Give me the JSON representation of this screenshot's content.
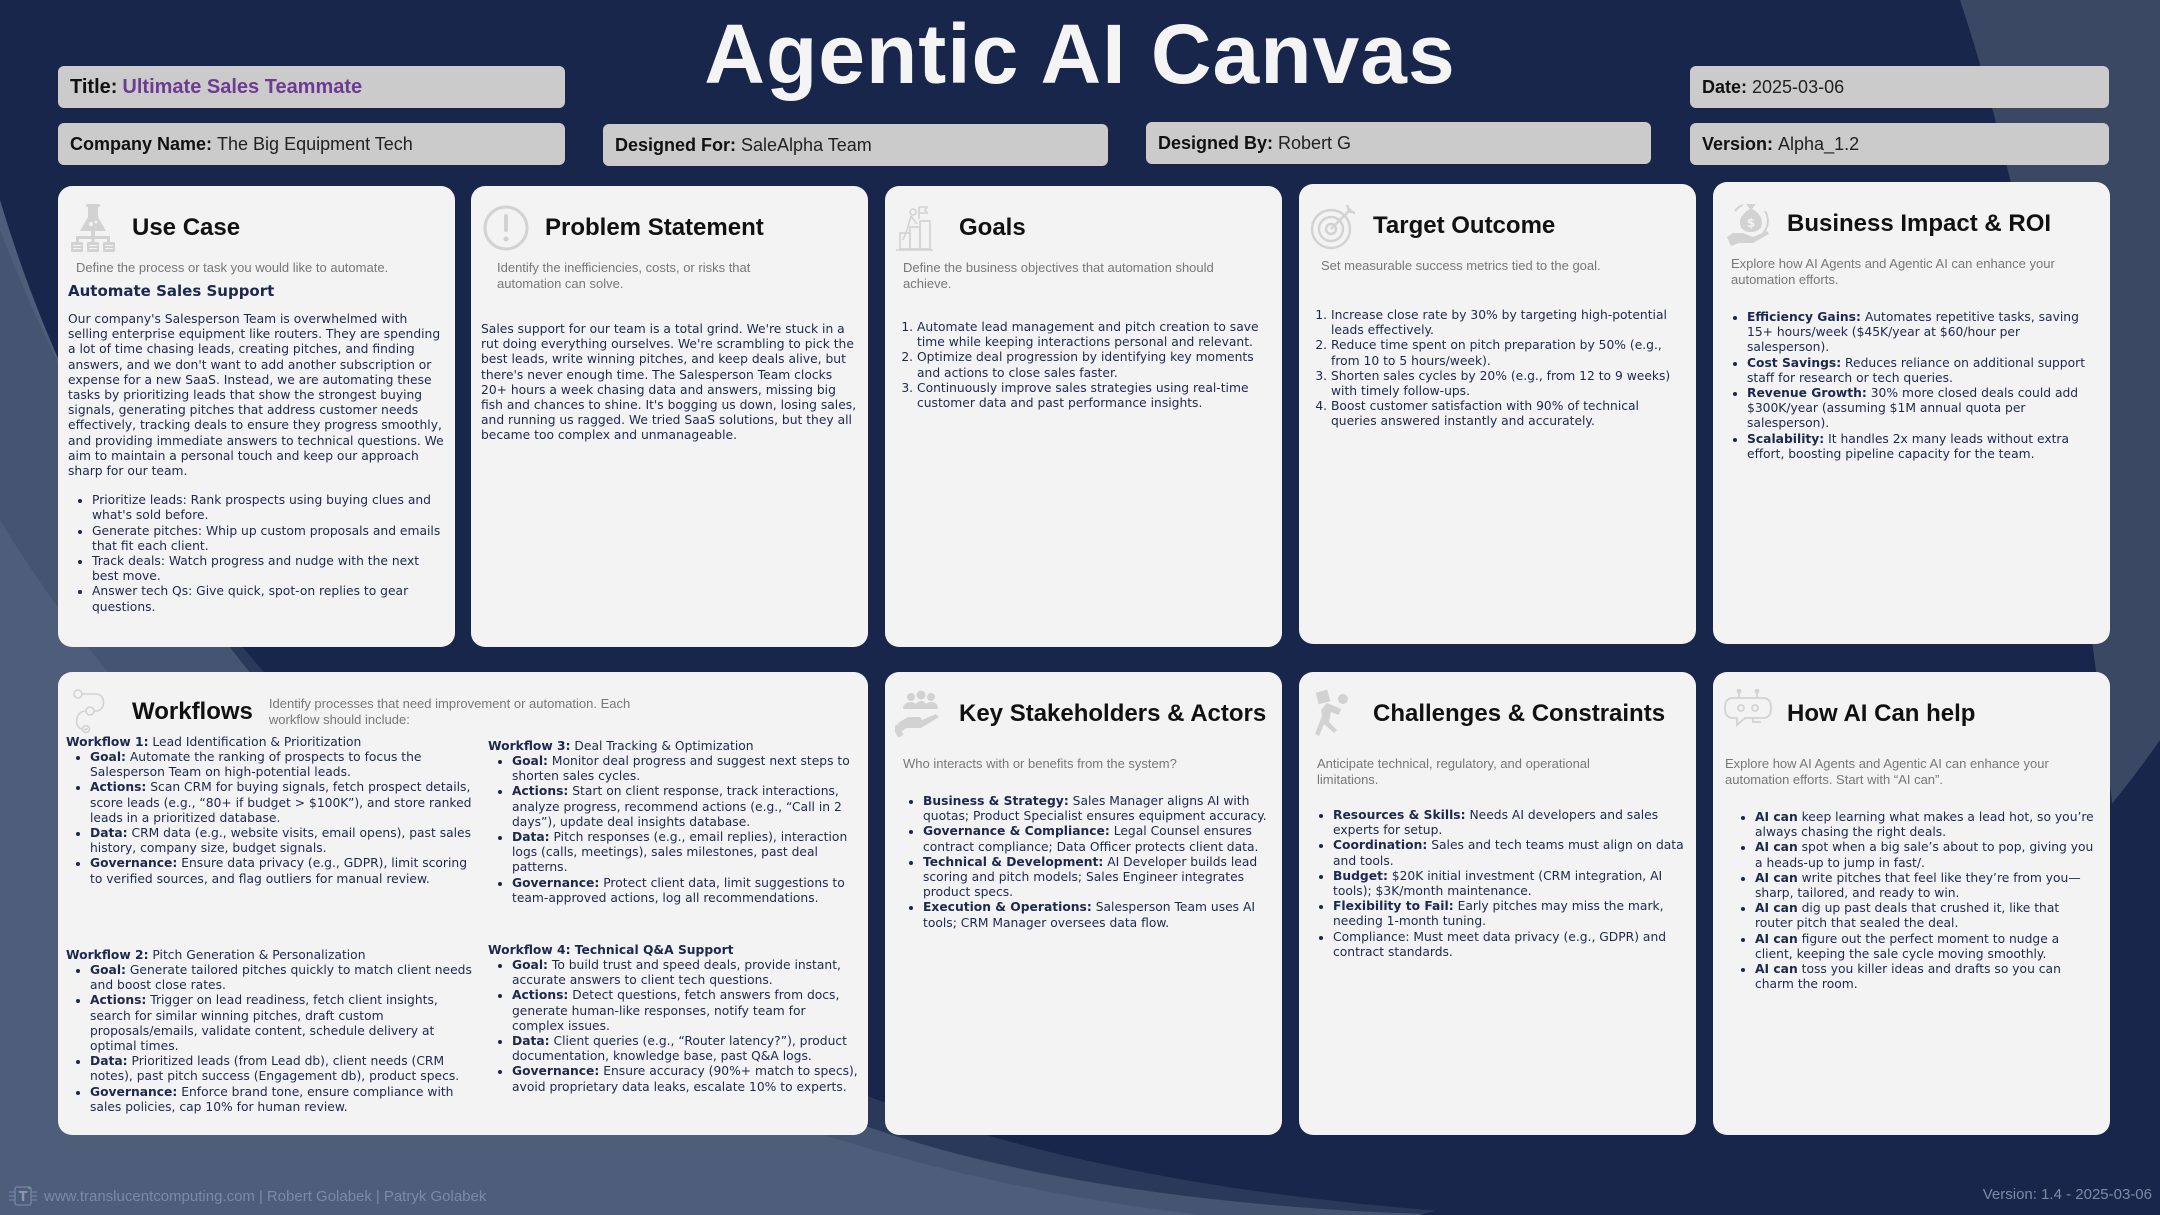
{
  "canvas_title": "Agentic AI Canvas",
  "meta": {
    "title_label": "Title:",
    "title_value": "Ultimate Sales Teammate",
    "company_label": "Company Name:",
    "company_value": "The Big Equipment Tech",
    "designed_for_label": "Designed For:",
    "designed_for_value": "SaleAlpha Team",
    "designed_by_label": "Designed By:",
    "designed_by_value": "Robert G",
    "date_label": "Date:",
    "date_value": "2025-03-06",
    "version_label": "Version:",
    "version_value": "Alpha_1.2"
  },
  "use_case": {
    "icon": "lab-flask-flow-icon",
    "title": "Use Case",
    "subtitle": "Define the process or task you would like to automate.",
    "heading": "Automate Sales Support",
    "paragraph": "Our company's Salesperson Team is overwhelmed with selling enterprise equipment like routers. They are spending a lot of time chasing leads, creating pitches, and finding answers, and we don't want to add another subscription or expense for a new SaaS. Instead, we are automating these tasks by prioritizing leads that show the strongest buying signals, generating pitches that address customer needs effectively, tracking deals to ensure they progress smoothly, and providing immediate answers to technical questions. We aim to maintain a personal touch and keep our approach sharp for our team.",
    "bullets": [
      "Prioritize leads: Rank prospects using buying clues and what's sold before.",
      "Generate pitches: Whip up custom proposals and emails that fit each client.",
      "Track deals: Watch progress and nudge with the next best move.",
      "Answer tech Qs: Give quick, spot-on replies to gear questions."
    ]
  },
  "problem_statement": {
    "icon": "exclamation-circle-icon",
    "title": "Problem Statement",
    "subtitle": "Identify the inefficiencies, costs, or risks that automation can solve.",
    "paragraph": "Sales support for our team is a total grind. We're stuck in a rut doing everything ourselves. We're scrambling to pick the best leads, write winning pitches, and keep deals alive, but there's never enough time. The Salesperson Team clocks 20+ hours a week chasing data and answers, missing big fish and chances to shine. It's bogging us down, losing sales, and running us ragged. We tried SaaS solutions, but they all became too complex and unmanageable."
  },
  "goals": {
    "icon": "climbing-steps-flag-icon",
    "title": "Goals",
    "subtitle": "Define the business objectives that automation should achieve.",
    "items": [
      "Automate lead management and pitch creation to save time while keeping interactions personal and relevant.",
      "Optimize deal progression by identifying key moments and actions to close sales faster.",
      "Continuously improve sales strategies using real-time customer data and past performance insights."
    ]
  },
  "target_outcome": {
    "icon": "target-arrow-icon",
    "title": "Target Outcome",
    "subtitle": "Set measurable success metrics tied to the goal.",
    "items": [
      "Increase close rate by 30% by targeting high-potential leads effectively.",
      "Reduce time spent on pitch preparation by 50% (e.g., from 10 to 5 hours/week).",
      "Shorten sales cycles by 20% (e.g., from 12 to 9 weeks) with timely follow-ups.",
      "Boost customer satisfaction with 90% of technical queries answered instantly and accurately."
    ]
  },
  "business_impact": {
    "icon": "money-bag-hand-icon",
    "title": "Business Impact & ROI",
    "subtitle": "Explore how AI Agents and Agentic AI can enhance your automation efforts.",
    "items": [
      {
        "label": "Efficiency Gains:",
        "text": " Automates repetitive tasks, saving 15+ hours/week ($45K/year at $60/hour per salesperson)."
      },
      {
        "label": "Cost Savings:",
        "text": " Reduces reliance on additional support staff for research or tech queries."
      },
      {
        "label": "Revenue Growth:",
        "text": " 30% more closed deals could add $300K/year (assuming $1M annual quota per salesperson)."
      },
      {
        "label": "Scalability:",
        "text": " It handles 2x many leads without extra effort, boosting pipeline capacity for the team."
      }
    ]
  },
  "workflows": {
    "icon": "gears-flow-icon",
    "title": "Workflows",
    "subtitle": "Identify processes that need improvement or automation. Each workflow should include:",
    "items": [
      {
        "label": "Workflow 1:",
        "name": " Lead Identification & Prioritization",
        "goal": " Automate the ranking of prospects to focus the Salesperson Team on high-potential leads.",
        "actions": " Scan CRM for buying signals, fetch prospect details, score leads (e.g., “80+ if budget > $100K”), and store ranked leads in a prioritized database.",
        "data": " CRM data (e.g., website visits, email opens), past sales history, company size, budget signals.",
        "governance": " Ensure data privacy (e.g., GDPR), limit scoring to verified sources, and flag outliers for manual review."
      },
      {
        "label": "Workflow 2:",
        "name": " Pitch Generation & Personalization",
        "goal": " Generate tailored pitches quickly to match client needs and boost close rates.",
        "actions": " Trigger on lead readiness, fetch client insights, search for similar winning pitches, draft custom proposals/emails, validate content, schedule delivery at optimal times.",
        "data": " Prioritized leads (from Lead db), client needs (CRM notes), past pitch success (Engagement db), product specs.",
        "governance": " Enforce brand tone, ensure compliance with sales policies, cap 10% for human review."
      },
      {
        "label": "Workflow 3:",
        "name": " Deal Tracking & Optimization",
        "goal": " Monitor deal progress and suggest next steps to shorten sales cycles.",
        "actions": " Start on client response, track interactions, analyze progress, recommend actions (e.g., “Call in 2 days”), update deal insights database.",
        "data": " Pitch responses (e.g., email replies), interaction logs (calls, meetings), sales milestones, past deal patterns.",
        "governance": " Protect client data, limit suggestions to team-approved actions, log all recommendations."
      },
      {
        "label": "Workflow 4:",
        "name": " Technical Q&A Support",
        "goal": " To build trust and speed deals, provide instant, accurate answers to client tech questions.",
        "actions": " Detect questions, fetch answers from docs, generate human-like responses, notify team for complex issues.",
        "data": " Client queries (e.g., “Router latency?”), product documentation, knowledge base, past Q&A logs.",
        "governance": " Ensure accuracy (90%+ match to specs), avoid proprietary data leaks, escalate 10% to experts."
      }
    ],
    "field_labels": {
      "goal": "Goal:",
      "actions": "Actions:",
      "data": "Data:",
      "governance": "Governance:"
    }
  },
  "stakeholders": {
    "icon": "people-hand-key-icon",
    "title": "Key Stakeholders & Actors",
    "subtitle": "Who interacts with or benefits from the system?",
    "items": [
      {
        "label": "Business & Strategy:",
        "text": " Sales Manager aligns AI with quotas; Product Specialist ensures equipment accuracy."
      },
      {
        "label": "Governance & Compliance:",
        "text": " Legal Counsel ensures contract compliance; Data Officer protects client data."
      },
      {
        "label": "Technical & Development:",
        "text": " AI Developer builds lead scoring and pitch models; Sales Engineer integrates product specs."
      },
      {
        "label": "Execution & Operations:",
        "text": " Salesperson Team uses AI tools; CRM Manager oversees data flow."
      }
    ]
  },
  "challenges": {
    "icon": "person-carrying-box-icon",
    "title": "Challenges & Constraints",
    "subtitle": "Anticipate technical, regulatory, and operational limitations.",
    "items": [
      {
        "label": "Resources & Skills:",
        "text": " Needs AI developers and sales experts for setup."
      },
      {
        "label": "Coordination:",
        "text": " Sales and tech teams must align on data and tools."
      },
      {
        "label": "Budget:",
        "text": " $20K initial investment (CRM integration, AI tools); $3K/month maintenance."
      },
      {
        "label": "Flexibility to Fail:",
        "text": " Early pitches may miss the mark, needing 1-month tuning."
      },
      {
        "label": "",
        "text": "Compliance: Must meet data privacy (e.g., GDPR) and contract standards."
      }
    ]
  },
  "ai_help": {
    "icon": "robot-chat-icon",
    "title": "How AI Can help",
    "subtitle": "Explore how AI Agents and Agentic AI can enhance your automation efforts. Start with “AI can”.",
    "items": [
      {
        "label": "AI can",
        "text": " keep learning what makes a lead hot, so you’re always chasing the right deals."
      },
      {
        "label": "AI can",
        "text": " spot when a big sale’s about to pop, giving you a heads-up to jump in fast/."
      },
      {
        "label": "AI can",
        "text": " write pitches that feel like they’re from you—sharp, tailored, and ready to win."
      },
      {
        "label": "AI can",
        "text": " dig up past deals that crushed it, like that router pitch that sealed the deal."
      },
      {
        "label": "AI can",
        "text": " figure out the perfect moment to nudge a client, keeping the sale cycle moving smoothly."
      },
      {
        "label": "AI can",
        "text": " toss you killer ideas and drafts so you can charm the room."
      }
    ]
  },
  "footer": {
    "logo_icon": "translucent-computing-logo-icon",
    "website": "www.translucentcomputing.com",
    "separator": "|",
    "author1": "Robert Golabek",
    "author2": "Patryk Golabek",
    "version_text": "Version: 1.4 - 2025-03-06"
  },
  "colors": {
    "background": "#17264a",
    "card": "#f3f3f4",
    "meta_box": "#cbcbcb",
    "title_accent": "#6e3b93",
    "body_text": "#1b2850",
    "footer_text": "#7d8aa6"
  }
}
